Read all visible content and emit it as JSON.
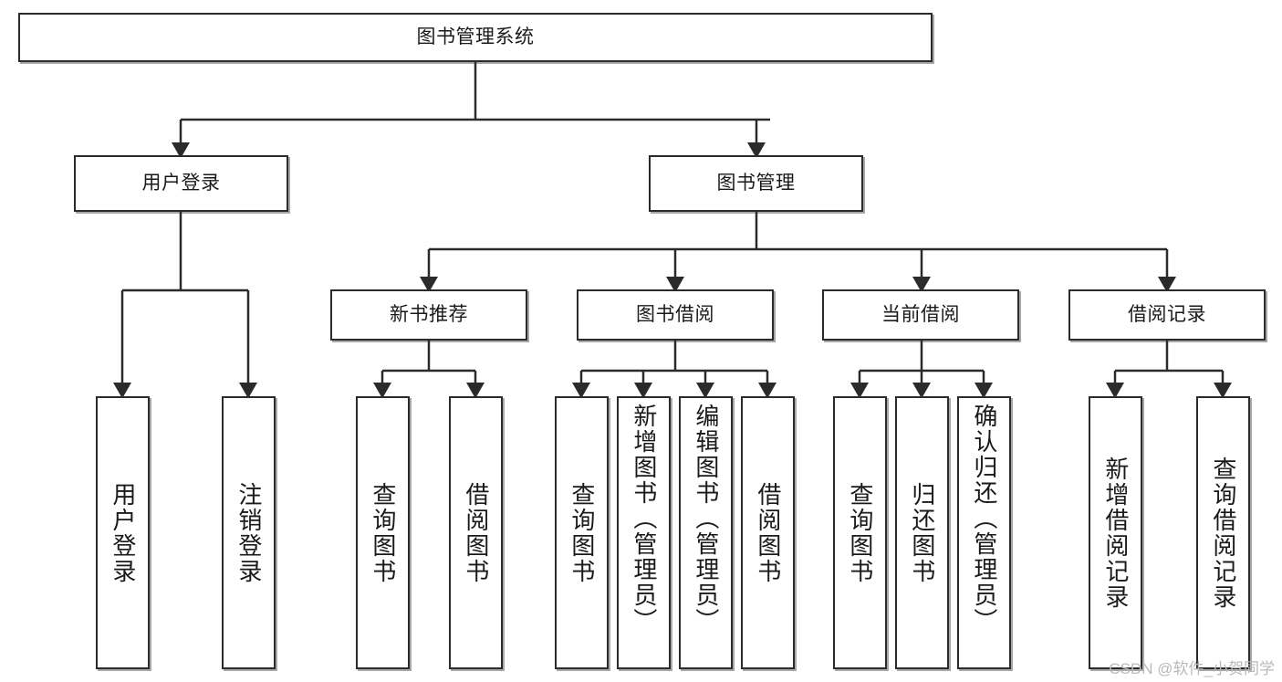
{
  "diagram": {
    "title": "图书管理系统",
    "type": "tree-hierarchy",
    "watermark": "CSDN @软件_小贺同学",
    "colors": {
      "background": "#ffffff",
      "box_border": "#2b2b2b",
      "box_fill": "#ffffff",
      "edge": "#2b2b2b",
      "text": "#1a1a1a",
      "watermark": "#b9b9b9"
    },
    "nodes": {
      "root": {
        "label": "图书管理系统"
      },
      "level2": [
        {
          "label": "用户登录"
        },
        {
          "label": "图书管理"
        }
      ],
      "level3": [
        {
          "label": "新书推荐"
        },
        {
          "label": "图书借阅"
        },
        {
          "label": "当前借阅"
        },
        {
          "label": "借阅记录"
        }
      ],
      "leaves": {
        "user_login": [
          {
            "label": "用户登录"
          },
          {
            "label": "注销登录"
          }
        ],
        "new_book_recommend": [
          {
            "label": "查询图书"
          },
          {
            "label": "借阅图书"
          }
        ],
        "book_borrow": [
          {
            "label": "查询图书"
          },
          {
            "label": "新增图书（管理员）"
          },
          {
            "label": "编辑图书（管理员）"
          },
          {
            "label": "借阅图书"
          }
        ],
        "current_borrow": [
          {
            "label": "查询图书"
          },
          {
            "label": "归还图书"
          },
          {
            "label": "确认归还（管理员）"
          }
        ],
        "borrow_record": [
          {
            "label": "新增借阅记录"
          },
          {
            "label": "查询借阅记录"
          }
        ]
      }
    }
  }
}
